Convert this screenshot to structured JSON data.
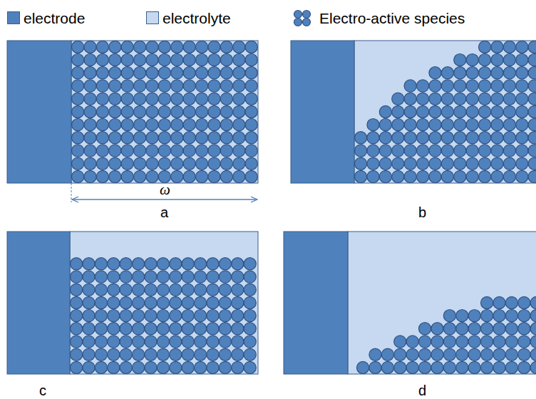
{
  "diagram": {
    "labels": [
      "ω",
      "a",
      "b",
      "c",
      "d"
    ],
    "legend": [
      {
        "text": "electrode",
        "color": "#4f81bd"
      },
      {
        "text": "electrolyte",
        "color": "#c6d9f1"
      },
      {
        "text": "Electro-active species"
      }
    ]
  }
}
